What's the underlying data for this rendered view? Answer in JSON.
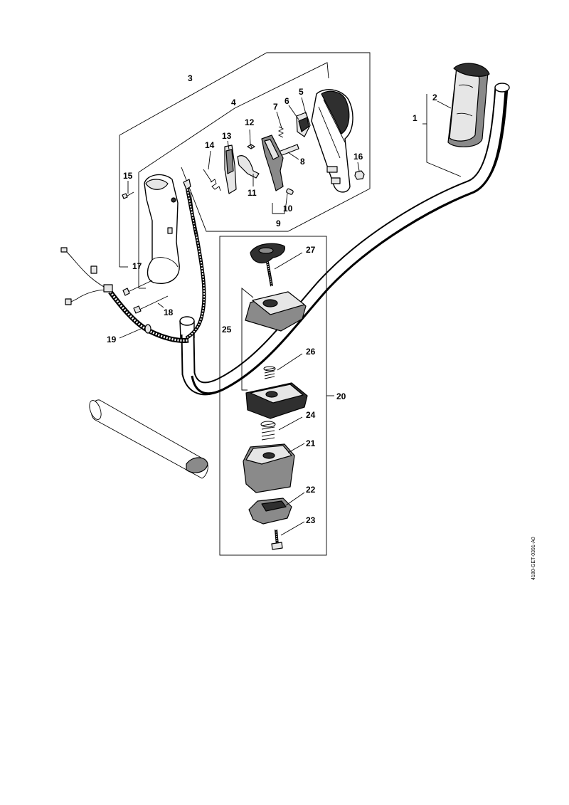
{
  "document_id": "4180-GET-0391-A0",
  "callouts": [
    {
      "label": "1"
    },
    {
      "label": "2"
    },
    {
      "label": "3"
    },
    {
      "label": "4"
    },
    {
      "label": "5"
    },
    {
      "label": "6"
    },
    {
      "label": "7"
    },
    {
      "label": "8"
    },
    {
      "label": "9"
    },
    {
      "label": "10"
    },
    {
      "label": "11"
    },
    {
      "label": "12"
    },
    {
      "label": "13"
    },
    {
      "label": "14"
    },
    {
      "label": "15"
    },
    {
      "label": "16"
    },
    {
      "label": "17"
    },
    {
      "label": "18"
    },
    {
      "label": "19"
    },
    {
      "label": "20"
    },
    {
      "label": "21"
    },
    {
      "label": "22"
    },
    {
      "label": "23"
    },
    {
      "label": "24"
    },
    {
      "label": "25"
    },
    {
      "label": "26"
    },
    {
      "label": "27"
    }
  ]
}
